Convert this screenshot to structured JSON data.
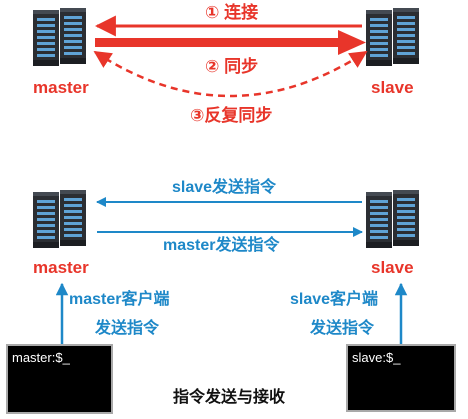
{
  "top_section": {
    "step_connect": "① 连接",
    "step_sync": "② 同步",
    "step_resync": "③反复同步",
    "master_label": "master",
    "slave_label": "slave"
  },
  "bottom_section": {
    "slave_to_master": "slave发送指令",
    "master_to_slave": "master发送指令",
    "master_label": "master",
    "slave_label": "slave",
    "master_client_line1": "master客户端",
    "master_client_line2": "发送指令",
    "slave_client_line1": "slave客户端",
    "slave_client_line2": "发送指令",
    "master_prompt": "master:$_",
    "slave_prompt": "slave:$_",
    "caption": "指令发送与接收"
  },
  "colors": {
    "red": "#e8352a",
    "blue": "#1e88c8",
    "server_dark": "#2b2e33",
    "server_light": "#5fa3d6"
  }
}
